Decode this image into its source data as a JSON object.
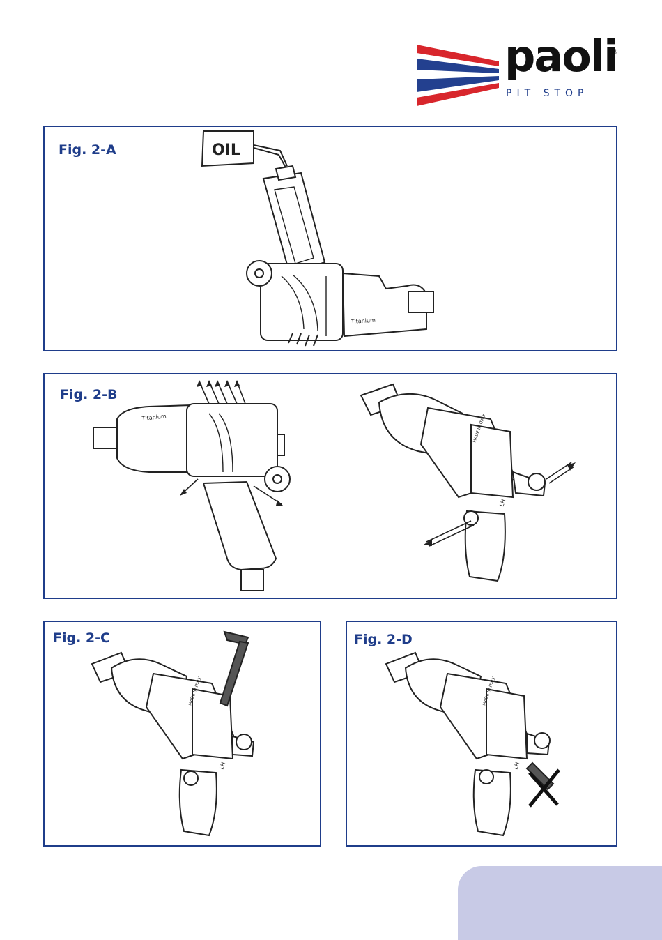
{
  "logo": {
    "brand": "paoli",
    "subtitle": "PIT STOP",
    "registered_mark": "®",
    "colors": {
      "red": "#d8262c",
      "blue": "#23408f",
      "text": "#111111"
    }
  },
  "figures": [
    {
      "label": "Fig. 2-A",
      "callout": "OIL"
    },
    {
      "label": "Fig. 2-B"
    },
    {
      "label": "Fig. 2-C"
    },
    {
      "label": "Fig. 2-D"
    }
  ],
  "tool_markings": {
    "name": "Titanium",
    "made_in": "MADE IN ITALY",
    "direction": "LH"
  },
  "theme": {
    "frame_color": "#1f3d8a",
    "tab_color": "#c8cae6"
  }
}
